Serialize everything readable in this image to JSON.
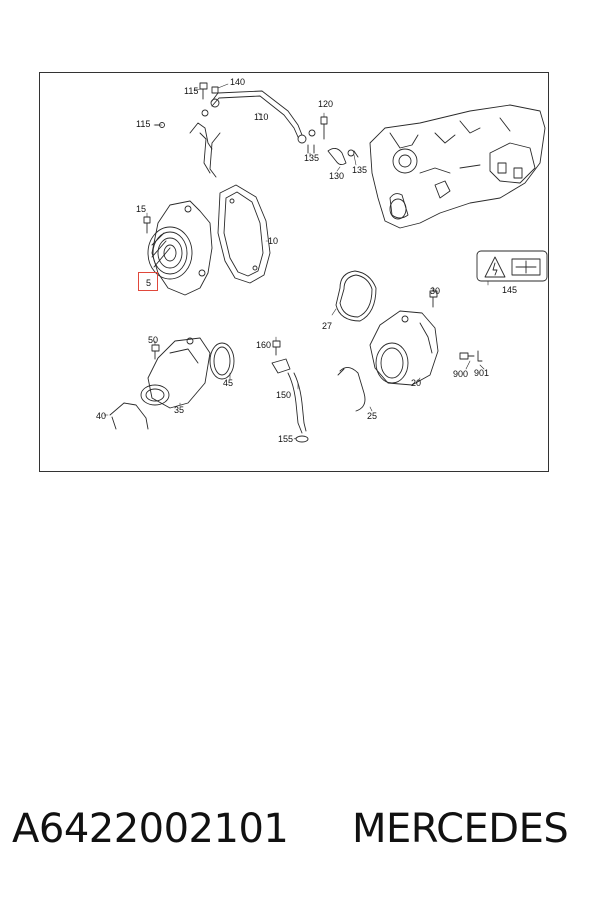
{
  "diagram": {
    "labels": [
      {
        "id": "115a",
        "text": "115"
      },
      {
        "id": "140",
        "text": "140"
      },
      {
        "id": "115b",
        "text": "115"
      },
      {
        "id": "110",
        "text": "110"
      },
      {
        "id": "120",
        "text": "120"
      },
      {
        "id": "135a",
        "text": "135"
      },
      {
        "id": "130",
        "text": "130"
      },
      {
        "id": "135b",
        "text": "135"
      },
      {
        "id": "15",
        "text": "15"
      },
      {
        "id": "10",
        "text": "10"
      },
      {
        "id": "5",
        "text": "5"
      },
      {
        "id": "145",
        "text": "145"
      },
      {
        "id": "30",
        "text": "30"
      },
      {
        "id": "27",
        "text": "27"
      },
      {
        "id": "50",
        "text": "50"
      },
      {
        "id": "160",
        "text": "160"
      },
      {
        "id": "45",
        "text": "45"
      },
      {
        "id": "150",
        "text": "150"
      },
      {
        "id": "35",
        "text": "35"
      },
      {
        "id": "20",
        "text": "20"
      },
      {
        "id": "900",
        "text": "900"
      },
      {
        "id": "901",
        "text": "901"
      },
      {
        "id": "25",
        "text": "25"
      },
      {
        "id": "40",
        "text": "40"
      },
      {
        "id": "155",
        "text": "155"
      }
    ],
    "highlighted_part": "5",
    "line_color": "#2a2a2a",
    "highlight_color": "#e0483b"
  },
  "footer": {
    "part_number": "A6422002101",
    "brand": "MERCEDES"
  }
}
